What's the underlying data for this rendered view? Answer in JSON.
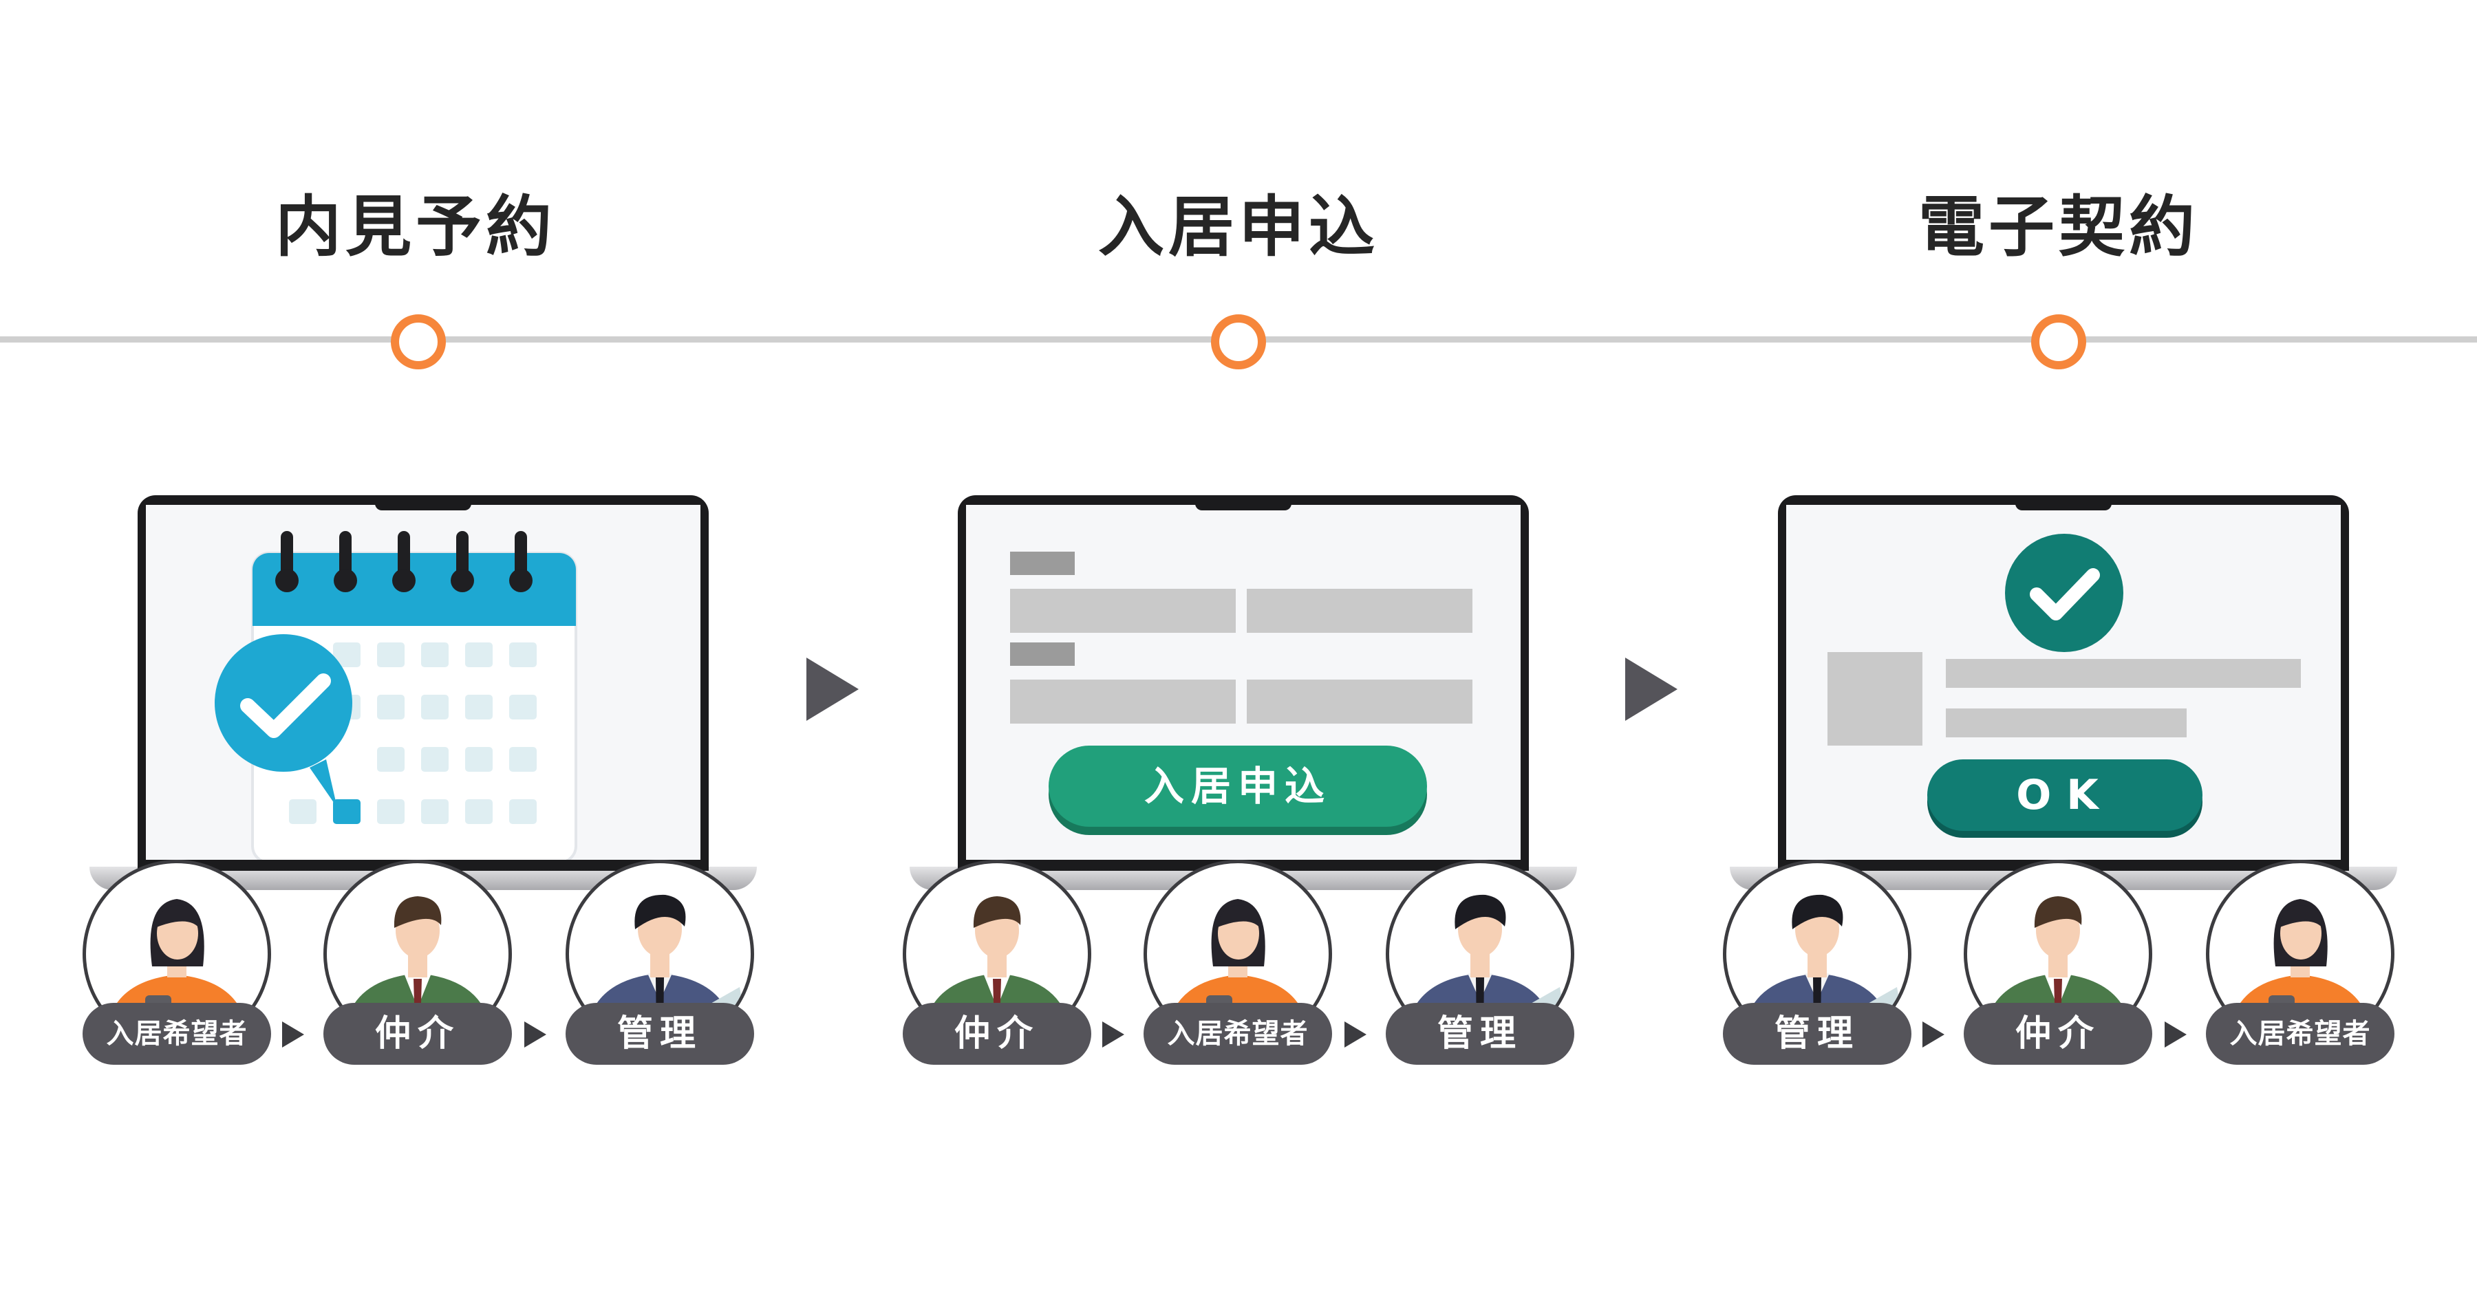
{
  "steps": [
    {
      "title": "内見予約"
    },
    {
      "title": "入居申込",
      "button": "入居申込"
    },
    {
      "title": "電子契約",
      "button": "OK"
    }
  ],
  "roles": {
    "applicant": "入居希望者",
    "broker": "仲介",
    "manager": "管理"
  },
  "colors": {
    "accent_orange": "#f6863b",
    "calendar_blue": "#1ea8d2",
    "apply_green": "#21a07b",
    "ok_teal": "#117d73",
    "pill_gray": "#55545a"
  }
}
